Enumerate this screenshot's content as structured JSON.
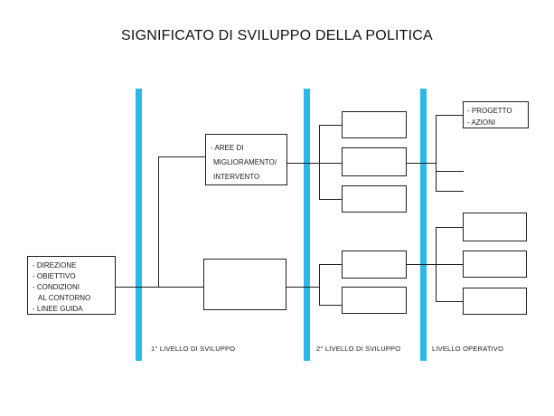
{
  "title": "SIGNIFICATO DI SVILUPPO DELLA POLITICA",
  "colors": {
    "lane_bar": "#2bb8e8",
    "line": "#1f1f1f",
    "background": "#ffffff"
  },
  "boxes": {
    "policy_input": {
      "lines": [
        "- DIREZIONE",
        "- OBIETTIVO",
        "- CONDIZIONI",
        "AL CONTORNO",
        "- LINEE GUIDA"
      ]
    },
    "improvement_areas": {
      "lines": [
        "- AREE DI",
        "MIGLIORAMENTO/",
        "INTERVENTO"
      ]
    },
    "project_actions": {
      "lines": [
        "- PROGETTO",
        "- AZIONI"
      ]
    }
  },
  "lane_labels": {
    "first": "1° LIVELLO DI SVILUPPO",
    "second": "2° LIVELLO DI SVILUPPO",
    "operative": "LIVELLO OPERATIVO"
  }
}
